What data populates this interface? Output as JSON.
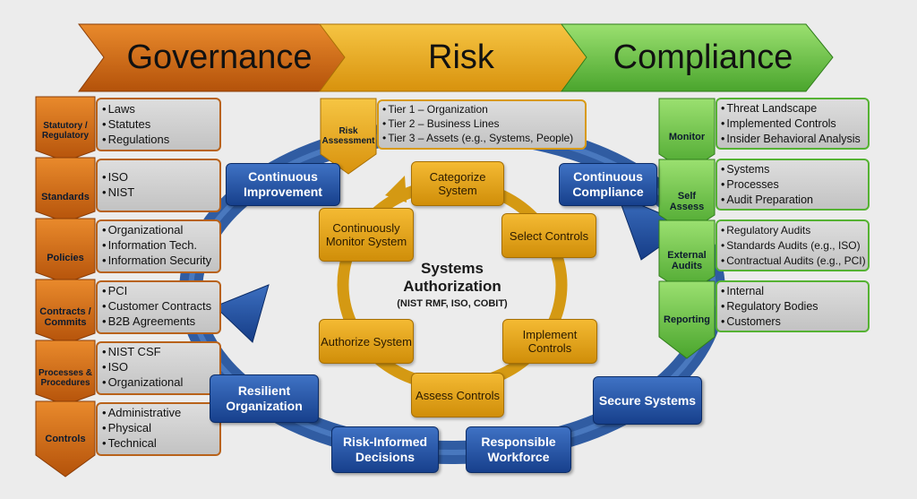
{
  "banner": {
    "governance": "Governance",
    "risk": "Risk",
    "compliance": "Compliance"
  },
  "governance_rows": [
    {
      "label": "Statutory / Regulatory",
      "items": [
        "Laws",
        "Statutes",
        "Regulations"
      ]
    },
    {
      "label": "Standards",
      "items": [
        "ISO",
        "NIST"
      ]
    },
    {
      "label": "Policies",
      "items": [
        "Organizational",
        "Information Tech.",
        "Information Security"
      ]
    },
    {
      "label": "Contracts / Commits",
      "items": [
        "PCI",
        "Customer Contracts",
        "B2B Agreements"
      ]
    },
    {
      "label": "Processes & Procedures",
      "items": [
        "NIST CSF",
        "ISO",
        "Organizational"
      ]
    },
    {
      "label": "Controls",
      "items": [
        "Administrative",
        "Physical",
        "Technical"
      ]
    }
  ],
  "risk_assessment": {
    "label": "Risk Assessment",
    "items": [
      "Tier 1 – Organization",
      "Tier 2 – Business Lines",
      "Tier 3 – Assets (e.g., Systems, People)"
    ]
  },
  "compliance_rows": [
    {
      "label": "Monitor",
      "items": [
        "Threat Landscape",
        "Implemented Controls",
        "Insider Behavioral Analysis"
      ]
    },
    {
      "label": "Self Assess",
      "items": [
        "Systems",
        "Processes",
        "Audit Preparation"
      ]
    },
    {
      "label": "External Audits",
      "items": [
        "Regulatory Audits",
        "Standards Audits (e.g., ISO)",
        "Contractual Audits (e.g., PCI)"
      ]
    },
    {
      "label": "Reporting",
      "items": [
        "Internal",
        "Regulatory Bodies",
        "Customers"
      ]
    }
  ],
  "outer_cycle": {
    "continuous_improvement": "Continuous Improvement",
    "continuous_compliance": "Continuous Compliance",
    "secure_systems": "Secure Systems",
    "responsible_workforce": "Responsible Workforce",
    "risk_informed_decisions": "Risk-Informed Decisions",
    "resilient_organization": "Resilient Organization"
  },
  "inner_cycle": {
    "categorize": "Categorize System",
    "select": "Select Controls",
    "implement": "Implement Controls",
    "assess": "Assess Controls",
    "authorize": "Authorize System",
    "monitor": "Continuously Monitor System"
  },
  "center": {
    "title": "Systems Authorization",
    "subtitle": "(NIST RMF, ISO, COBIT)"
  },
  "colors": {
    "governance_orange": "#c8610f",
    "risk_gold": "#e6a118",
    "compliance_green": "#5cb83a",
    "cycle_blue": "#1f4f9e",
    "item_box": "#cfcfcf"
  }
}
